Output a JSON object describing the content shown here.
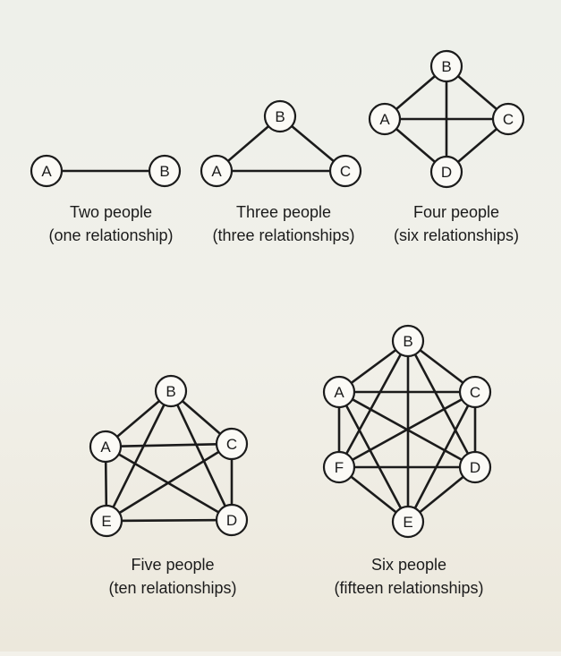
{
  "diagrams": [
    {
      "caption_line1": "Two people",
      "caption_line2": "(one relationship)",
      "nodes": [
        "A",
        "B"
      ],
      "edges": [
        [
          "A",
          "B"
        ]
      ]
    },
    {
      "caption_line1": "Three people",
      "caption_line2": "(three relationships)",
      "nodes": [
        "A",
        "B",
        "C"
      ],
      "edges": [
        [
          "A",
          "B"
        ],
        [
          "B",
          "C"
        ],
        [
          "A",
          "C"
        ]
      ]
    },
    {
      "caption_line1": "Four people",
      "caption_line2": "(six relationships)",
      "nodes": [
        "A",
        "B",
        "C",
        "D"
      ],
      "edges": [
        [
          "A",
          "B"
        ],
        [
          "A",
          "C"
        ],
        [
          "A",
          "D"
        ],
        [
          "B",
          "C"
        ],
        [
          "B",
          "D"
        ],
        [
          "C",
          "D"
        ]
      ]
    },
    {
      "caption_line1": "Five people",
      "caption_line2": "(ten relationships)",
      "nodes": [
        "A",
        "B",
        "C",
        "D",
        "E"
      ],
      "edges": [
        [
          "A",
          "B"
        ],
        [
          "A",
          "C"
        ],
        [
          "A",
          "D"
        ],
        [
          "A",
          "E"
        ],
        [
          "B",
          "C"
        ],
        [
          "B",
          "D"
        ],
        [
          "B",
          "E"
        ],
        [
          "C",
          "D"
        ],
        [
          "C",
          "E"
        ],
        [
          "D",
          "E"
        ]
      ]
    },
    {
      "caption_line1": "Six people",
      "caption_line2": "(fifteen relationships)",
      "nodes": [
        "A",
        "B",
        "C",
        "D",
        "E",
        "F"
      ],
      "edges": [
        [
          "A",
          "B"
        ],
        [
          "A",
          "C"
        ],
        [
          "A",
          "D"
        ],
        [
          "A",
          "E"
        ],
        [
          "A",
          "F"
        ],
        [
          "B",
          "C"
        ],
        [
          "B",
          "D"
        ],
        [
          "B",
          "E"
        ],
        [
          "B",
          "F"
        ],
        [
          "C",
          "D"
        ],
        [
          "C",
          "E"
        ],
        [
          "C",
          "F"
        ],
        [
          "D",
          "E"
        ],
        [
          "D",
          "F"
        ],
        [
          "E",
          "F"
        ]
      ]
    }
  ]
}
